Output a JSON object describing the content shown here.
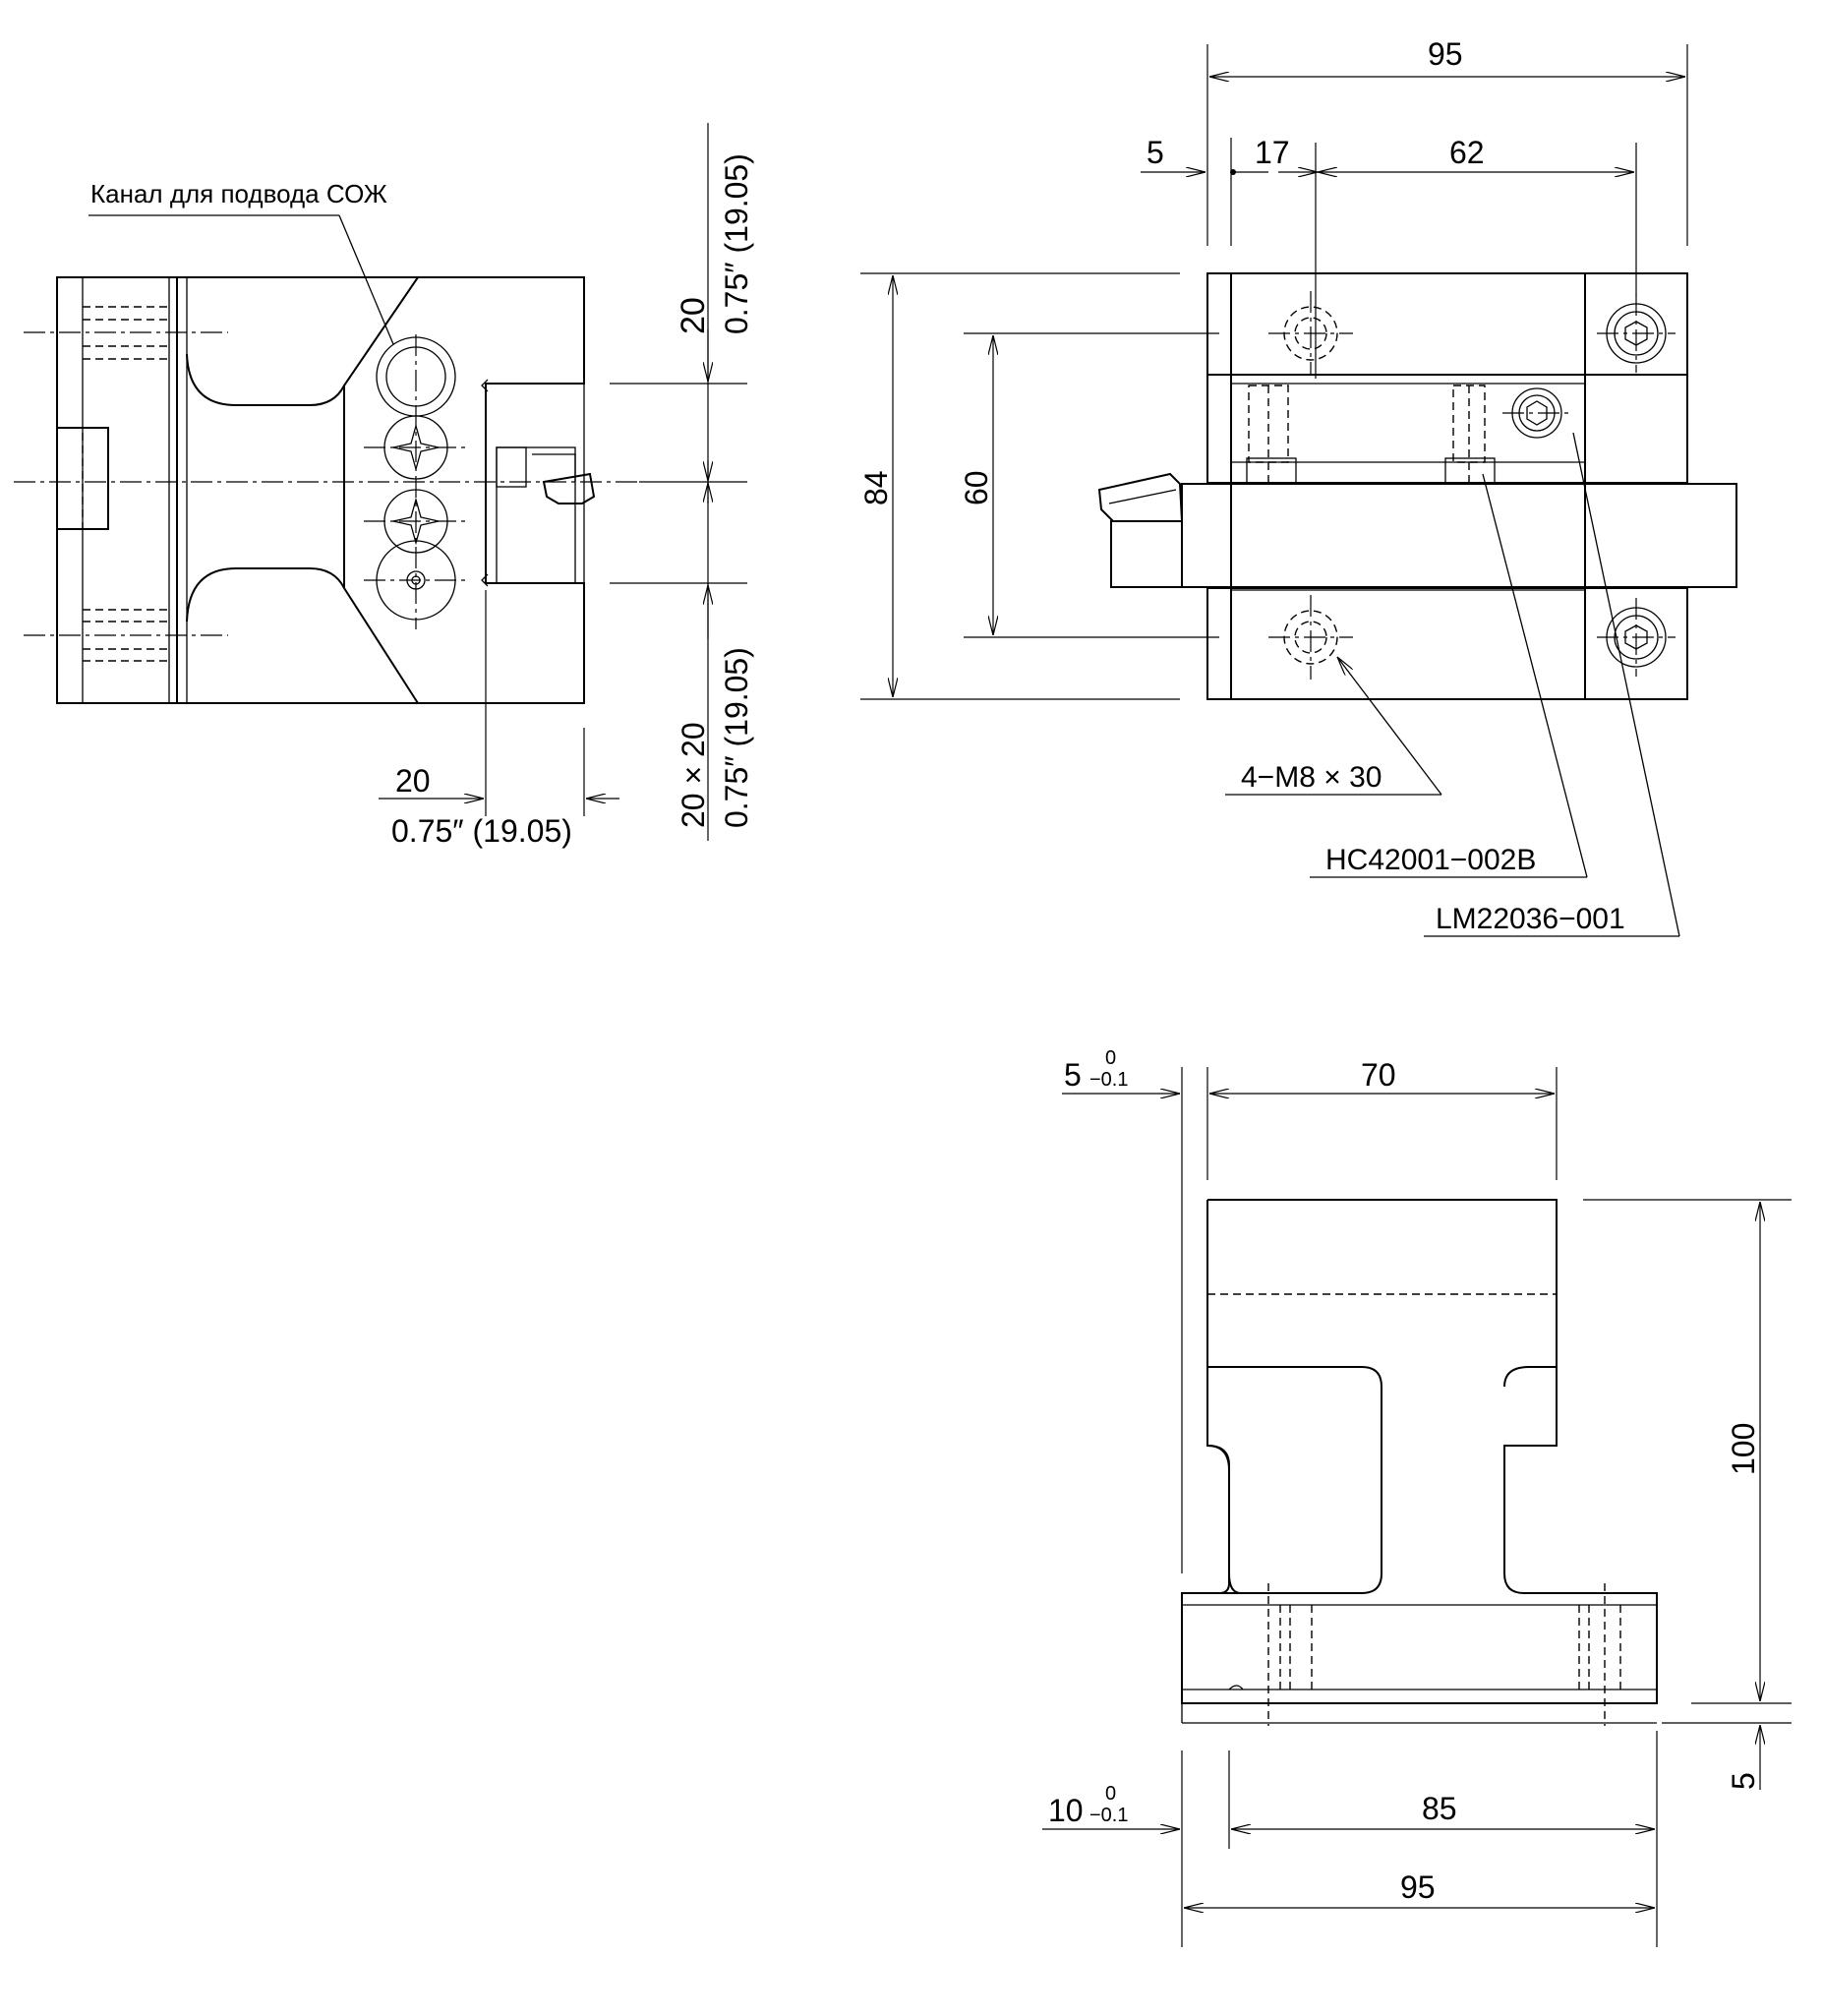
{
  "labels": {
    "coolant_channel": "Канал для подвода СОЖ",
    "bolt_spec": "4−M8 × 30",
    "part_hc": "HC42001−002B",
    "part_lm": "LM22036−001"
  },
  "dimensions": {
    "front": {
      "top_20": "20",
      "top_inch": "0.75″ (19.05)",
      "bottom_20x20": "20 × 20",
      "bottom_inch": "0.75″ (19.05)",
      "width_20": "20",
      "width_inch": "0.75″ (19.05)"
    },
    "side": {
      "overall_width": "95",
      "offset_5": "5",
      "offset_17": "17",
      "pitch_62": "62",
      "height_84": "84",
      "height_60": "60"
    },
    "top": {
      "tol_5": "5",
      "tol_upper": "0",
      "tol_lower": "−0.1",
      "width_70": "70",
      "height_100": "100",
      "base_5": "5",
      "tol_10": "10",
      "width_85": "85",
      "width_95": "95"
    }
  }
}
